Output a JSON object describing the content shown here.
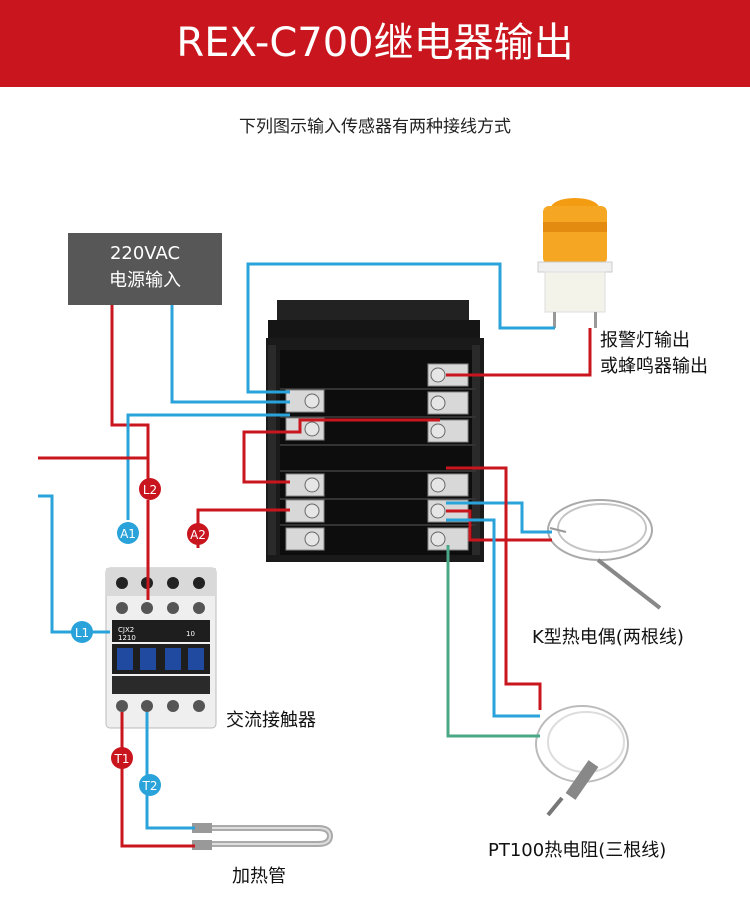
{
  "header": {
    "title": "REX-C700继电器输出"
  },
  "subtitle": "下列图示输入传感器有两种接线方式",
  "power": {
    "line1": "220VAC",
    "line2": "电源输入"
  },
  "labels": {
    "alarm_line1": "报警灯输出",
    "alarm_line2": "或蜂鸣器输出",
    "k_thermocouple": "K型热电偶(两根线)",
    "pt100": "PT100热电阻(三根线)",
    "contactor": "交流接触器",
    "heater": "加热管"
  },
  "badges": {
    "L2": "L2",
    "A1": "A1",
    "A2": "A2",
    "L1": "L1",
    "T1": "T1",
    "T2": "T2"
  },
  "contactor_marks": {
    "model": "CJX2",
    "rating": "1210",
    "aux": "10"
  },
  "colors": {
    "red": "#c9151e",
    "blue": "#29a3d9",
    "green": "#4aa886",
    "banner": "#c9151e",
    "box": "#575757"
  }
}
